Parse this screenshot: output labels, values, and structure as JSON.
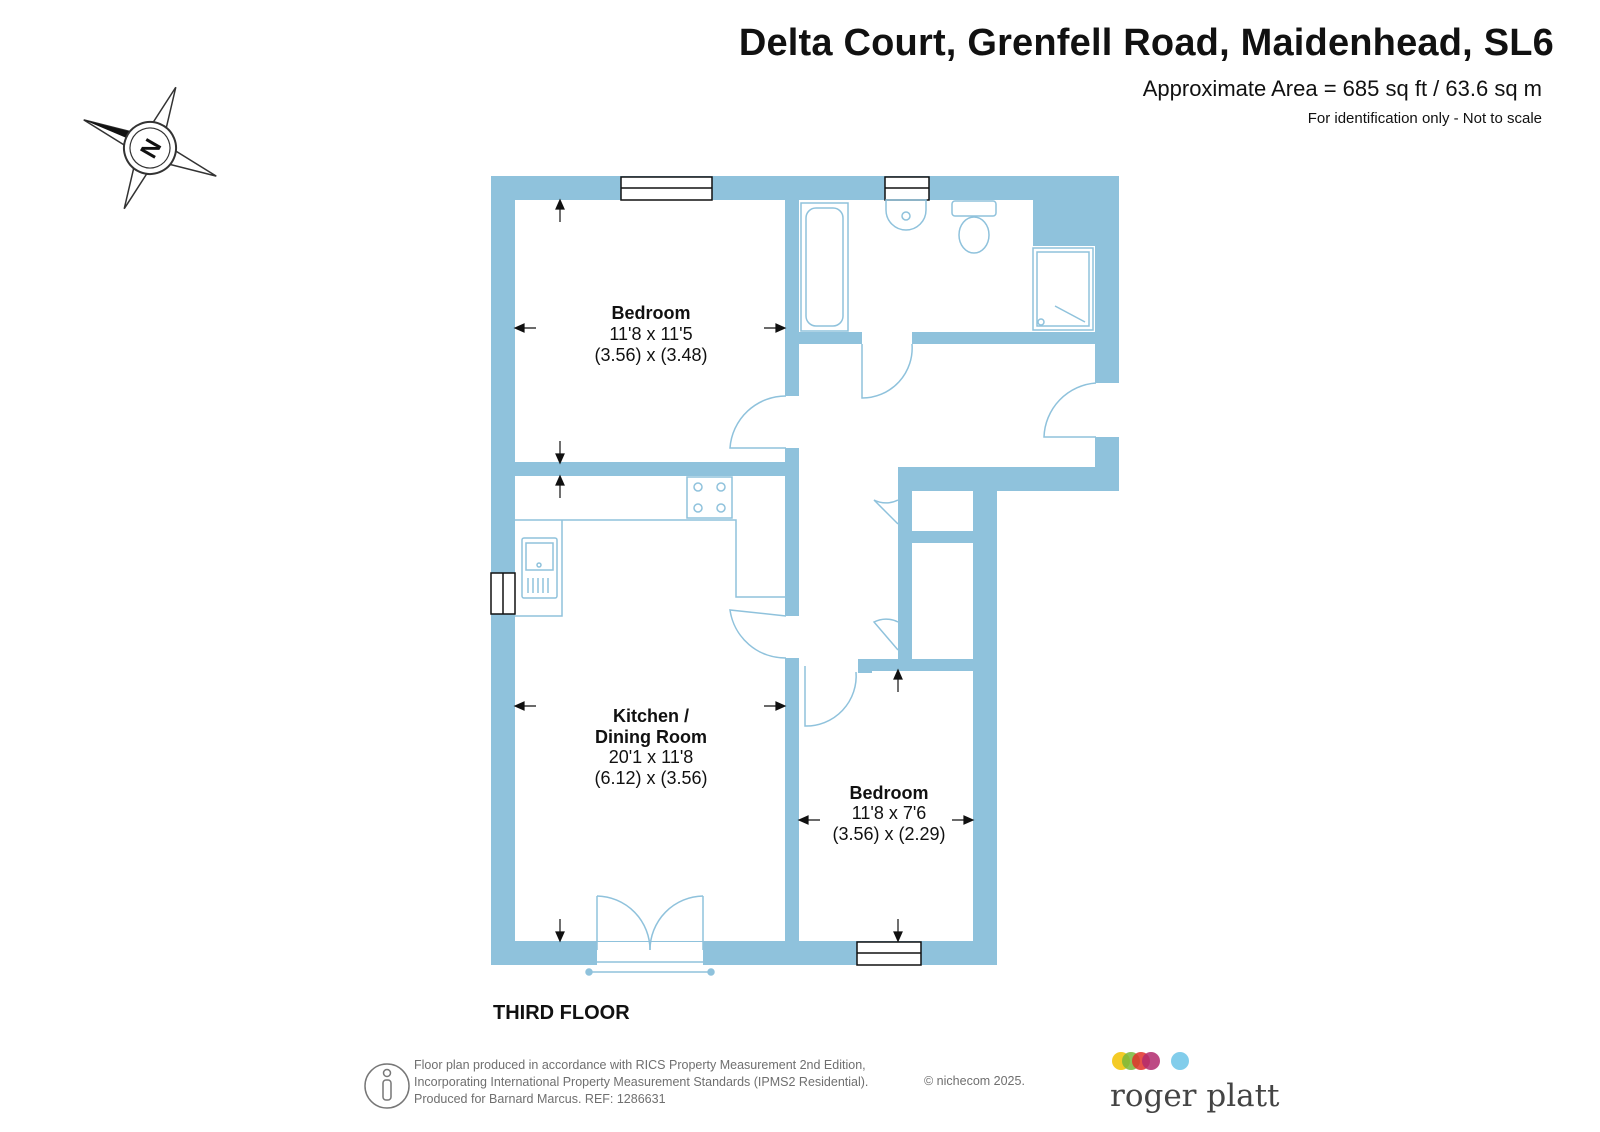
{
  "header": {
    "title": "Delta Court, Grenfell Road, Maidenhead, SL6",
    "area": "Approximate Area = 685 sq ft / 63.6 sq m",
    "note": "For identification only - Not to scale"
  },
  "compass": {
    "label": "N"
  },
  "rooms": {
    "bedroom1": {
      "name": "Bedroom",
      "imperial": "11'8 x 11'5",
      "metric": "(3.56) x (3.48)"
    },
    "kitchen": {
      "name_line1": "Kitchen /",
      "name_line2": "Dining Room",
      "imperial": "20'1 x 11'8",
      "metric": "(6.12) x (3.56)"
    },
    "bedroom2": {
      "name": "Bedroom",
      "imperial": "11'8 x 7'6",
      "metric": "(3.56) x (2.29)"
    }
  },
  "floor_label": "THIRD FLOOR",
  "footer": {
    "line1": "Floor plan produced in accordance with RICS Property Measurement 2nd Edition,",
    "line2": "Incorporating International Property Measurement Standards (IPMS2 Residential).",
    "line3": "Produced for Barnard Marcus.   REF: 1286631",
    "copyright": "© nichecom 2025."
  },
  "logo": {
    "text": "roger platt",
    "dot_colors": [
      "#f2c200",
      "#79b93b",
      "#e2312a",
      "#b12a6e",
      "#6cc4e8"
    ]
  },
  "colors": {
    "wall": "#8fc2dc",
    "fixture": "#8fc2dc",
    "text": "#111111"
  }
}
